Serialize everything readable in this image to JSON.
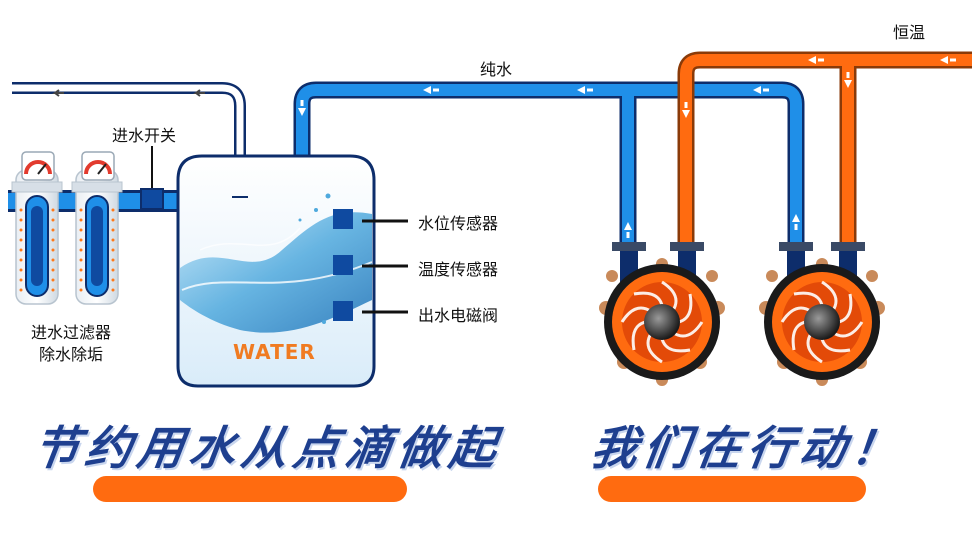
{
  "labels": {
    "hot_water": "恒温",
    "pure_water": "纯水",
    "inlet_switch": "进水开关",
    "filter_line1": "进水过滤器",
    "filter_line2": "除水除垢",
    "level_sensor": "水位传感器",
    "temp_sensor": "温度传感器",
    "outlet_valve": "出水电磁阀",
    "tank_text": "WATER"
  },
  "slogans": {
    "left": "节约用水从点滴做起",
    "right": "我们在行动！"
  },
  "colors": {
    "blue_pipe": "#1f8fe8",
    "orange_pipe": "#ff6b10",
    "navy": "#0d2d6b",
    "sensor": "#0f4aa0",
    "slogan": "#1e3f8f"
  }
}
